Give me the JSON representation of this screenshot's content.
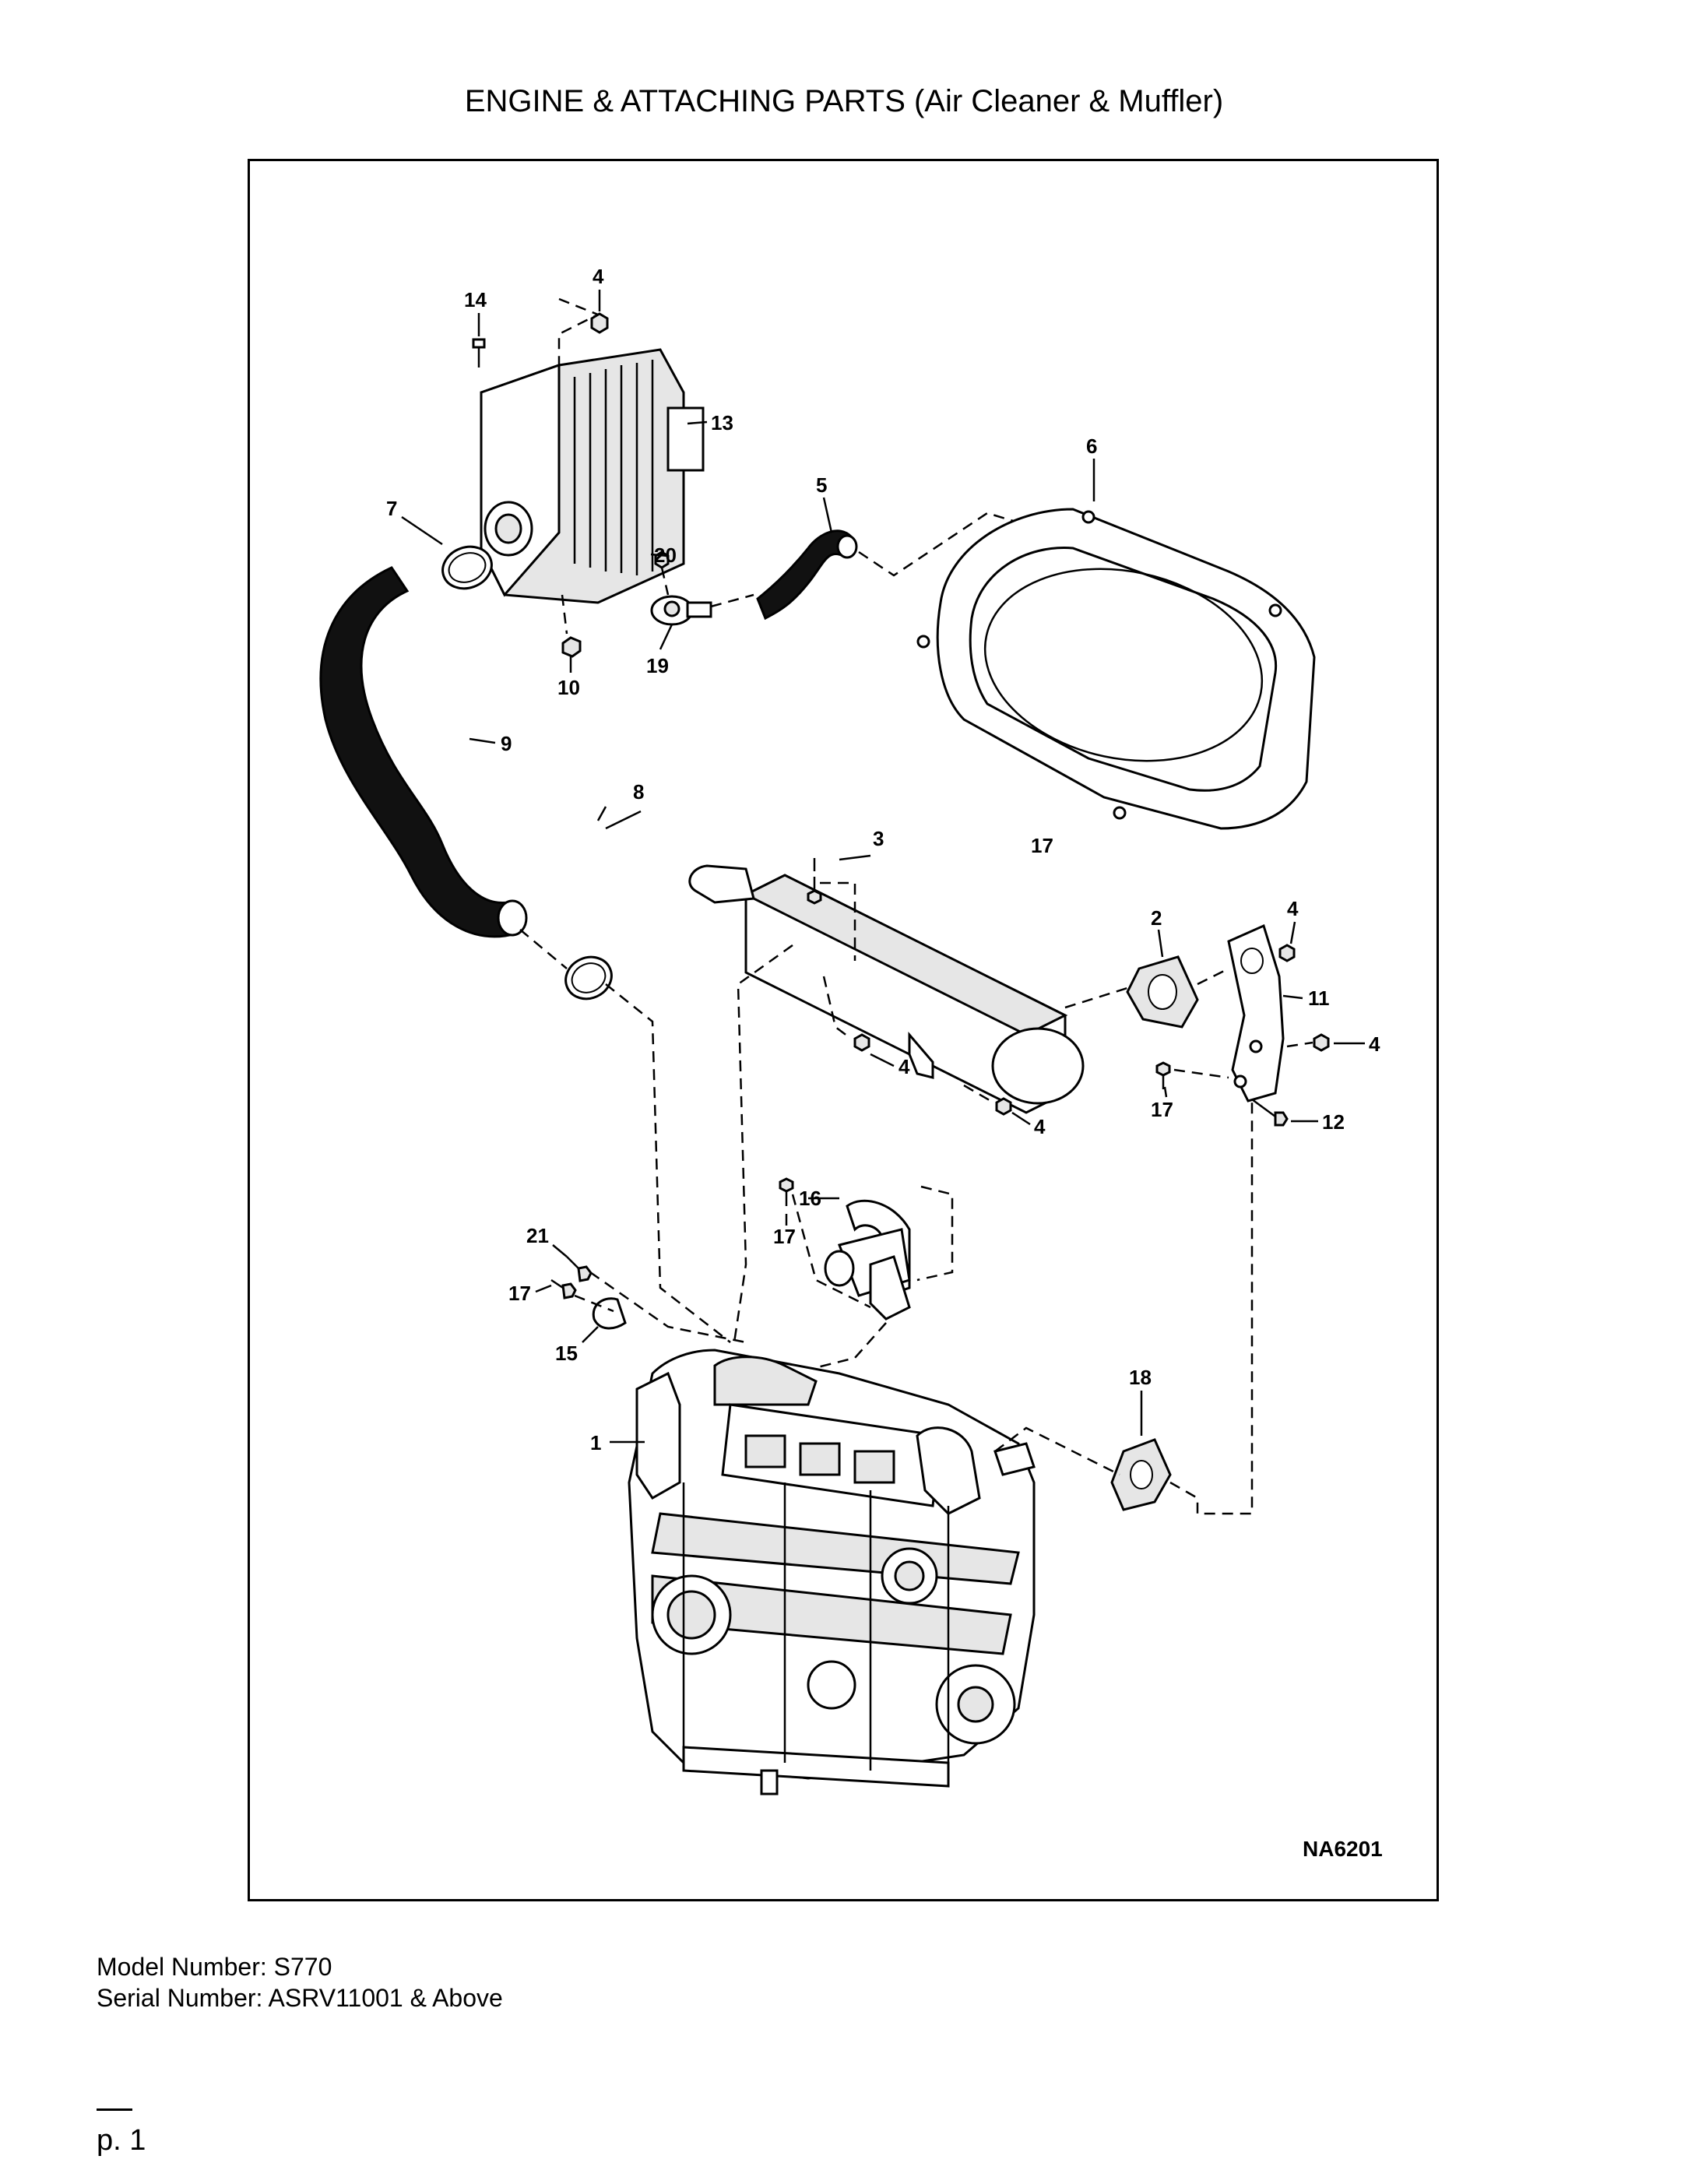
{
  "title": "ENGINE & ATTACHING PARTS (Air Cleaner & Muffler)",
  "figure_id": "NA6201",
  "callouts": {
    "c1": "1",
    "c2": "2",
    "c3": "3",
    "c4a": "4",
    "c4b": "4",
    "c4c": "4",
    "c4d": "4",
    "c4e": "4",
    "c5": "5",
    "c6": "6",
    "c7": "7",
    "c8": "8",
    "c9": "9",
    "c10": "10",
    "c11": "11",
    "c12": "12",
    "c13": "13",
    "c14": "14",
    "c15": "15",
    "c16": "16",
    "c17a": "17",
    "c17b": "17",
    "c17c": "17",
    "c17d": "17",
    "c18": "18",
    "c19": "19",
    "c20": "20",
    "c21": "21"
  },
  "footer": {
    "model": "Model Number: S770",
    "serial": "Serial Number: ASRV11001 & Above"
  },
  "page_label": "p. 1"
}
